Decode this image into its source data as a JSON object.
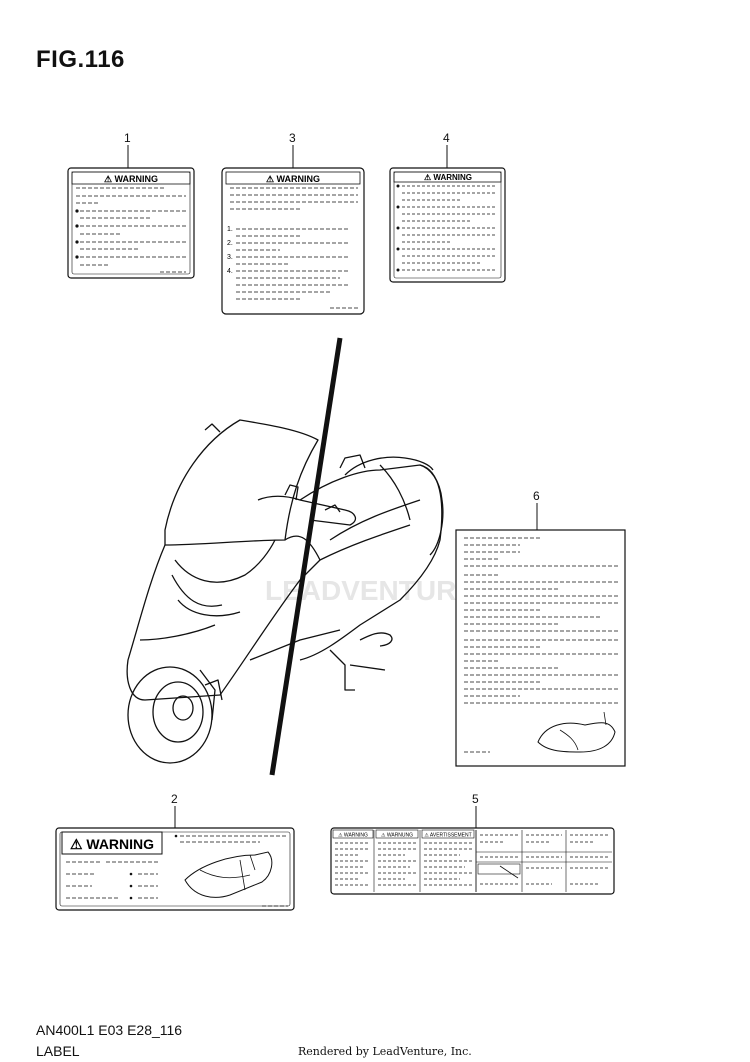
{
  "figure": {
    "title": "FIG.116",
    "model_code": "AN400L1 E03 E28_116",
    "section_name": "LABEL",
    "footer": "Rendered by LeadVenture, Inc.",
    "watermark": "LEADVENTURE"
  },
  "callouts": [
    "1",
    "2",
    "3",
    "4",
    "5",
    "6"
  ],
  "labels": {
    "l1": {
      "heading": "⚠ WARNING"
    },
    "l2": {
      "heading": "⚠ WARNING"
    },
    "l3": {
      "heading": "⚠ WARNING",
      "items": [
        "1.",
        "2.",
        "3.",
        "4."
      ]
    },
    "l4": {
      "heading": "⚠ WARNING"
    },
    "l5": {
      "headings": [
        "⚠ WARNING",
        "⚠ WARNUNG",
        "⚠ AVERTISSEMENT"
      ]
    }
  },
  "colors": {
    "line": "#111111",
    "watermark": "#e8e8e8"
  }
}
